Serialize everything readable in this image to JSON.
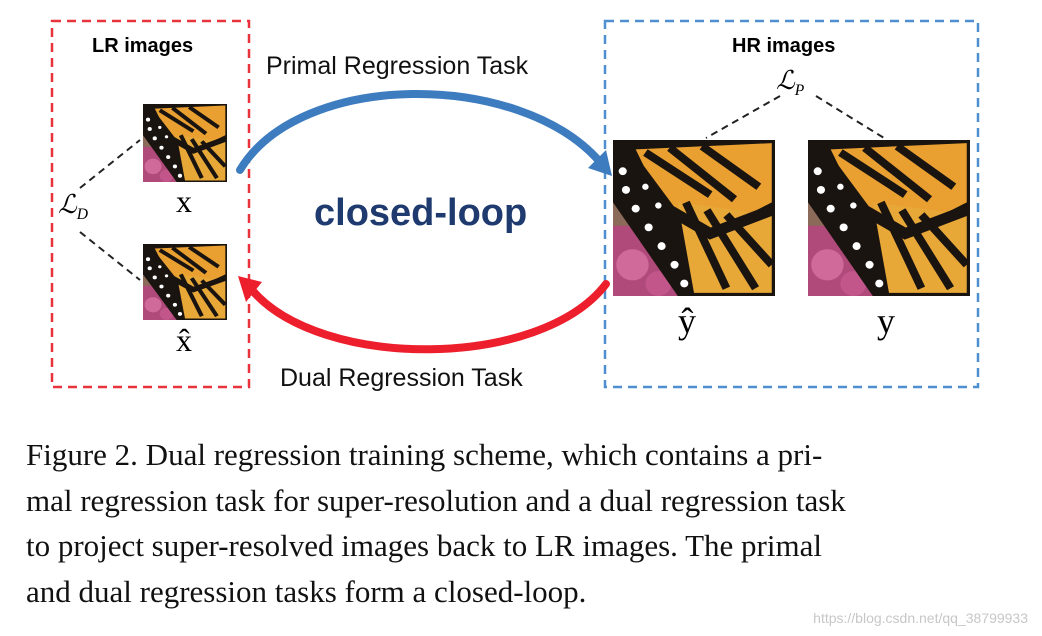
{
  "figure": {
    "lr_box_title": "LR images",
    "hr_box_title": "HR images",
    "primal_task_label": "Primal Regression Task",
    "dual_task_label": "Dual Regression Task",
    "loop_label": "closed-loop",
    "loss_dual": {
      "symbol": "ℒ",
      "subscript": "D"
    },
    "loss_primal": {
      "symbol": "ℒ",
      "subscript": "P"
    },
    "lr_input_label": "x",
    "lr_output_label": "x̂",
    "hr_output_label": "ŷ",
    "hr_target_label": "y",
    "colors": {
      "lr_box": "#e8323c",
      "hr_box": "#4f8fd0",
      "primal_arrow": "#3e7cc0",
      "dual_arrow": "#ee1f2d",
      "loop_text": "#1f3a6e"
    }
  },
  "caption": "Figure 2.  Dual regression training scheme, which contains a pri-mal regression task for super-resolution and a dual regression task to project super-resolved images back to LR images. The primal and dual regression tasks form a closed-loop.",
  "caption_lines": [
    "Figure 2.  Dual regression training scheme, which contains a pri-",
    "mal regression task for super-resolution and a dual regression task",
    "to project super-resolved images back to LR images. The primal",
    "and dual regression tasks form a closed-loop."
  ],
  "watermark": "https://blog.csdn.net/qq_38799933"
}
